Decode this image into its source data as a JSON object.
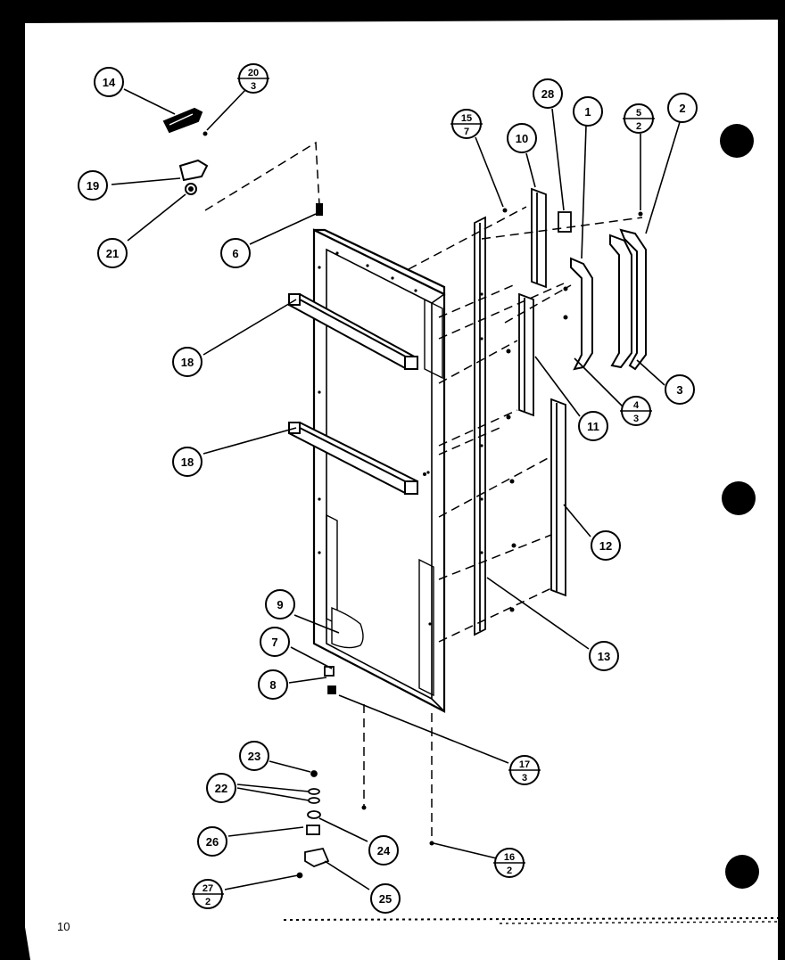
{
  "page_label": "10",
  "callouts": [
    {
      "id": "c14",
      "text": "14"
    },
    {
      "id": "c20-3",
      "num": "20",
      "den": "3"
    },
    {
      "id": "c19",
      "text": "19"
    },
    {
      "id": "c21",
      "text": "21"
    },
    {
      "id": "c6",
      "text": "6"
    },
    {
      "id": "c18a",
      "text": "18"
    },
    {
      "id": "c18b",
      "text": "18"
    },
    {
      "id": "c15-7",
      "num": "15",
      "den": "7"
    },
    {
      "id": "c10",
      "text": "10"
    },
    {
      "id": "c28",
      "text": "28"
    },
    {
      "id": "c1",
      "text": "1"
    },
    {
      "id": "c5-2",
      "num": "5",
      "den": "2"
    },
    {
      "id": "c2",
      "text": "2"
    },
    {
      "id": "c4-3",
      "num": "4",
      "den": "3"
    },
    {
      "id": "c3",
      "text": "3"
    },
    {
      "id": "c11",
      "text": "11"
    },
    {
      "id": "c12",
      "text": "12"
    },
    {
      "id": "c13",
      "text": "13"
    },
    {
      "id": "c9",
      "text": "9"
    },
    {
      "id": "c7",
      "text": "7"
    },
    {
      "id": "c8",
      "text": "8"
    },
    {
      "id": "c17-3",
      "num": "17",
      "den": "3"
    },
    {
      "id": "c23",
      "text": "23"
    },
    {
      "id": "c22",
      "text": "22"
    },
    {
      "id": "c26",
      "text": "26"
    },
    {
      "id": "c24",
      "text": "24"
    },
    {
      "id": "c16-2",
      "num": "16",
      "den": "2"
    },
    {
      "id": "c27-2",
      "num": "27",
      "den": "2"
    },
    {
      "id": "c25",
      "text": "25"
    }
  ]
}
